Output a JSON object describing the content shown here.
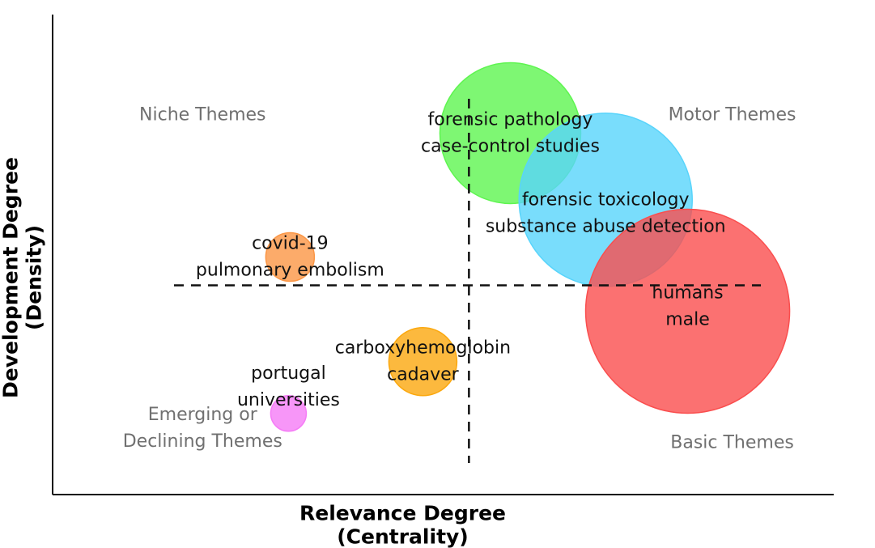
{
  "chart_data": {
    "type": "scatter",
    "subtype": "bubble",
    "title": "",
    "xlabel": [
      "Relevance Degree",
      "(Centrality)"
    ],
    "ylabel": [
      "Development Degree",
      "(Density)"
    ],
    "xlim": [
      0,
      100
    ],
    "ylim": [
      0,
      100
    ],
    "grid": false,
    "show_ticks": false,
    "threshold": {
      "x": 53.3,
      "y": 43.6
    },
    "quadrants": [
      {
        "label": [
          "Niche Themes"
        ],
        "x": 19.2,
        "y": 79.1
      },
      {
        "label": [
          "Motor Themes"
        ],
        "x": 87.0,
        "y": 79.1
      },
      {
        "label": [
          "Emerging or",
          "Declining Themes"
        ],
        "x": 19.2,
        "y": 13.8
      },
      {
        "label": [
          "Basic Themes"
        ],
        "x": 87.0,
        "y": 10.8
      }
    ],
    "bubbles": [
      {
        "name": "forensic pathology / case-control studies",
        "labels": [
          "forensic pathology",
          "case-control studies"
        ],
        "x": 58.6,
        "y": 75.3,
        "size": 87,
        "color": "#5ef550",
        "label_dx": 0,
        "label_dy": 0
      },
      {
        "name": "forensic toxicology / substance abuse detection",
        "labels": [
          "forensic toxicology",
          "substance abuse detection"
        ],
        "x": 70.8,
        "y": 61.4,
        "size": 107,
        "color": "#58d4fb",
        "label_dx": 0,
        "label_dy": -2.8
      },
      {
        "name": "humans / male",
        "labels": [
          "humans",
          "male"
        ],
        "x": 81.3,
        "y": 38.2,
        "size": 126,
        "color": "#fa4e4e",
        "label_dx": 0,
        "label_dy": 1.0
      },
      {
        "name": "covid-19 / pulmonary embolism",
        "labels": [
          "covid-19",
          "pulmonary embolism"
        ],
        "x": 30.4,
        "y": 49.5,
        "size": 30,
        "color": "#fb9645",
        "label_dx": 0,
        "label_dy": 0
      },
      {
        "name": "carboxyhemoglobin / cadaver",
        "labels": [
          "carboxyhemoglobin",
          "cadaver"
        ],
        "x": 47.4,
        "y": 27.7,
        "size": 42,
        "color": "#fba80e",
        "label_dx": 0,
        "label_dy": 0
      },
      {
        "name": "portugal / universities",
        "labels": [
          "portugal",
          "universities"
        ],
        "x": 30.2,
        "y": 16.9,
        "size": 22,
        "color": "#f57cf6",
        "label_dx": 0,
        "label_dy": 5.5
      }
    ]
  }
}
